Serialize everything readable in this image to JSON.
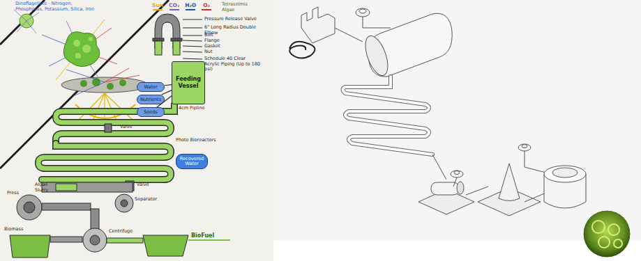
{
  "diagram": {
    "nodes": [
      {
        "text": [
          "Feeding Vessel"
        ]
      },
      {
        "text": [
          "Water"
        ]
      },
      {
        "text": [
          "Nutrients"
        ]
      },
      {
        "text": [
          "Seeds"
        ]
      },
      {
        "text": [
          "Recovered Water"
        ]
      }
    ],
    "edges": [
      {
        "from": 1,
        "to": 0,
        "arrow": "none"
      },
      {
        "from": 2,
        "to": 0,
        "arrow": "none"
      },
      {
        "from": 3,
        "to": 0,
        "arrow": "none"
      }
    ],
    "labels": [
      "Dinoflagellate · Nitrogen, Phosphorus, Potassium, Silica, Iron",
      "Tetraselmis Algae",
      "Pressure Release Valve",
      "6\" Long Radius Double Elbow",
      "Bolt",
      "Flange",
      "Gasket",
      "Nut",
      "Schedule 40 Clear Acrylic Piping (Up to 180 psi)",
      "4cm Pipline",
      "Valve",
      "Photo Bioreactors",
      "Algae Slurry",
      "Valve",
      "Press",
      "Separator",
      "Biomass",
      "Centrifuge",
      "BioFuel"
    ],
    "legend": [
      {
        "text": "Sun",
        "color": "#e8a900"
      },
      {
        "text": "CO₂",
        "color": "#7a5cc8"
      },
      {
        "text": "H₂O",
        "color": "#1f55b8"
      },
      {
        "text": "O₂",
        "color": "#d0302a"
      }
    ]
  }
}
